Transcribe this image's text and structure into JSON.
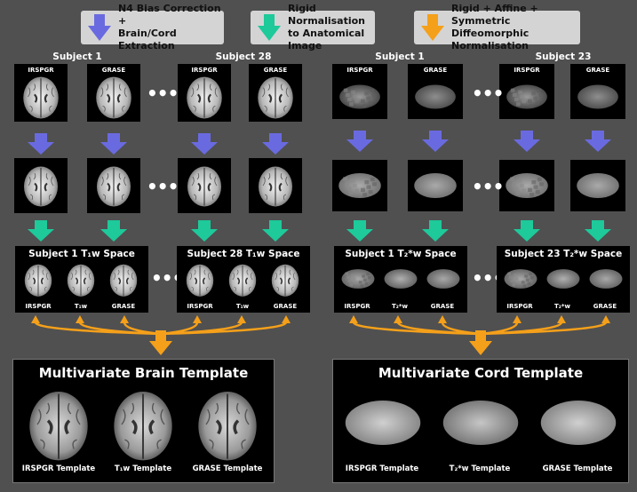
{
  "legend": [
    {
      "text": "N4 Bias Correction +\nBrain/Cord Extraction",
      "color": "#6a6ae0",
      "icon": "down-arrow-icon"
    },
    {
      "text": "Rigid Normalisation\nto Anatomical Image",
      "color": "#1ec99a",
      "icon": "down-arrow-icon"
    },
    {
      "text": "Rigid + Affine + Symmetric\nDiffeomorphic Normalisation",
      "color": "#f5a01a",
      "icon": "down-arrow-icon"
    }
  ],
  "brain": {
    "subject_first": "Subject 1",
    "subject_last": "Subject 28",
    "raw_labels": [
      "IRSPGR",
      "GRASE",
      "IRSPGR",
      "GRASE"
    ],
    "space_first_title": "Subject 1 T₁w Space",
    "space_last_title": "Subject 28 T₁w Space",
    "space_labels": [
      "IRSPGR",
      "T₁w",
      "GRASE"
    ],
    "template_title": "Multivariate Brain Template",
    "template_labels": [
      "IRSPGR Template",
      "T₁w Template",
      "GRASE Template"
    ]
  },
  "cord": {
    "subject_first": "Subject 1",
    "subject_last": "Subject 23",
    "raw_labels": [
      "IRSPGR",
      "GRASE",
      "IRSPGR",
      "GRASE"
    ],
    "space_first_title": "Subject 1 T₂*w Space",
    "space_last_title": "Subject 23 T₂*w Space",
    "space_labels": [
      "IRSPGR",
      "T₂*w",
      "GRASE"
    ],
    "template_title": "Multivariate Cord Template",
    "template_labels": [
      "IRSPGR Template",
      "T₂*w Template",
      "GRASE Template"
    ]
  },
  "ellipsis": "•••"
}
